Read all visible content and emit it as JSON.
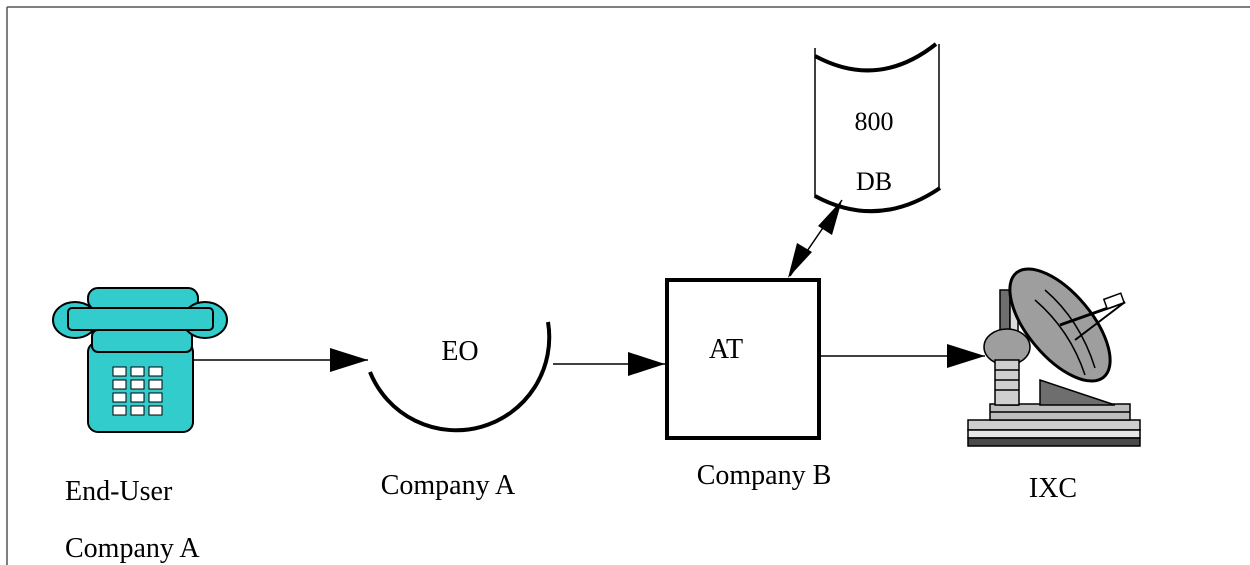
{
  "diagram": {
    "nodes": {
      "end_user": {
        "caption_line1": "End-User",
        "caption_line2": "Company A",
        "icon": "telephone-icon",
        "color": "#33cccc"
      },
      "eo": {
        "label": "EO",
        "caption": "Company A"
      },
      "at": {
        "label": "AT",
        "caption": "Company B"
      },
      "db": {
        "label_line1": "800",
        "label_line2": "DB"
      },
      "ixc": {
        "caption": "IXC",
        "icon": "satellite-dish-icon"
      }
    },
    "edges": [
      {
        "from": "end_user",
        "to": "eo",
        "direction": "forward"
      },
      {
        "from": "eo",
        "to": "at",
        "direction": "forward"
      },
      {
        "from": "at",
        "to": "db",
        "direction": "bidirectional"
      },
      {
        "from": "at",
        "to": "ixc",
        "direction": "forward"
      }
    ]
  }
}
